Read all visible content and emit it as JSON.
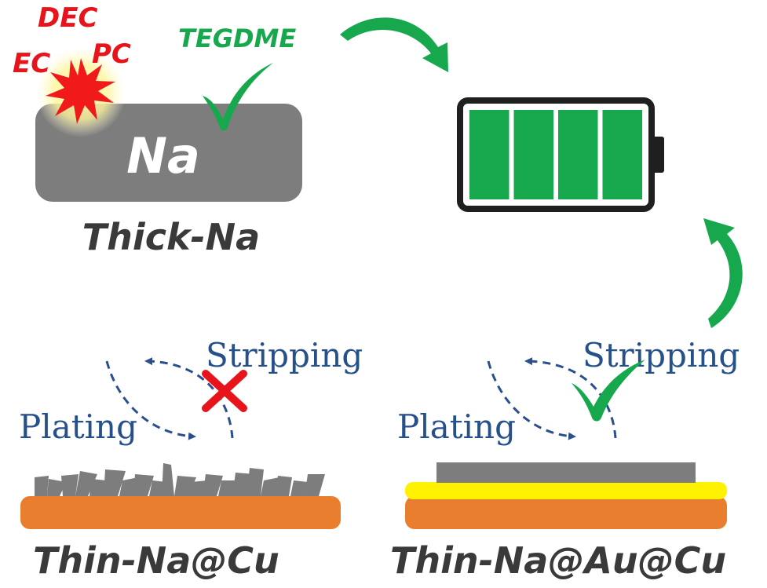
{
  "colors": {
    "red": "#e8141b",
    "green": "#17a84e",
    "blue_text": "#26508a",
    "dash_blue": "#2a4f8c",
    "gray": "#7d7d7d",
    "copper": "#e87e2e",
    "gold": "#fff200",
    "dark_text": "#3a3a3a"
  },
  "thick_na": {
    "solvents": {
      "dec": "DEC",
      "ec": "EC",
      "pc": "PC"
    },
    "compatible_solvent": "TEGDME",
    "metal_symbol": "Na",
    "caption": "Thick-Na"
  },
  "battery": {
    "cells_filled": 4,
    "cells_total": 4
  },
  "thin_na_cu": {
    "stripping_label": "Stripping",
    "plating_label": "Plating",
    "caption": "Thin-Na@Cu",
    "stripping_result": "cross-mark-icon"
  },
  "thin_na_au_cu": {
    "stripping_label": "Stripping",
    "plating_label": "Plating",
    "caption": "Thin-Na@Au@Cu",
    "stripping_result": "check-mark-icon"
  }
}
